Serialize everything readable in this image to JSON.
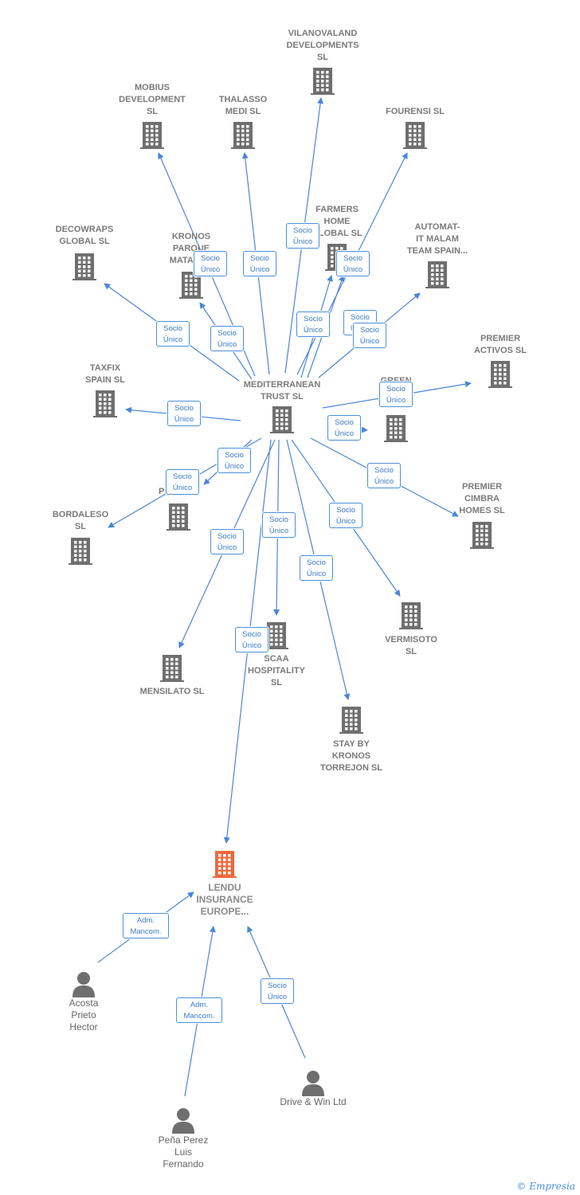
{
  "colors": {
    "edge": "#4a86d6",
    "building": "#6f6f6f",
    "focus": "#f0683c",
    "person": "#6f6f6f"
  },
  "nodes": [
    {
      "id": "vilanovaland",
      "label": "VILANOVALAND\nDEVELOPMENTS\nSL",
      "icon": "building-icon"
    },
    {
      "id": "mobius",
      "label": "MOBIUS\nDEVELOPMENT\nSL",
      "icon": "building-icon"
    },
    {
      "id": "thalasso",
      "label": "THALASSO\nMEDI SL",
      "icon": "building-icon"
    },
    {
      "id": "fourensi",
      "label": "FOURENSI SL",
      "icon": "building-icon"
    },
    {
      "id": "decowraps",
      "label": "DECOWRAPS\nGLOBAL SL",
      "icon": "building-icon"
    },
    {
      "id": "kronos_parque",
      "label": "KRONOS\nPARQUE\nMATADE...",
      "icon": "building-icon"
    },
    {
      "id": "farmers",
      "label": "FARMERS\nHOME\nGLOBAL SL",
      "icon": "building-icon"
    },
    {
      "id": "automat",
      "label": "AUTOMAT-\nIT MALAM\nTEAM SPAIN...",
      "icon": "building-icon"
    },
    {
      "id": "premier_activos",
      "label": "PREMIER\nACTIVOS SL",
      "icon": "building-icon"
    },
    {
      "id": "taxfix",
      "label": "TAXFIX\nSPAIN SL",
      "icon": "building-icon"
    },
    {
      "id": "mediterranean",
      "label": "MEDITERRANEAN\nTRUST SL",
      "icon": "building-icon"
    },
    {
      "id": "green",
      "label": "GREEN\nSU...OD\nGL... SL",
      "icon": "building-icon"
    },
    {
      "id": "m_pro",
      "label": "M...\nPRO... SL",
      "icon": "building-icon"
    },
    {
      "id": "bordaleso",
      "label": "BORDALESO\nSL",
      "icon": "building-icon"
    },
    {
      "id": "premier_cimbra",
      "label": "PREMIER\nCIMBRA\nHOMES SL",
      "icon": "building-icon"
    },
    {
      "id": "vermisoto",
      "label": "VERMISOTO\nSL",
      "icon": "building-icon"
    },
    {
      "id": "scaa",
      "label": "SCAA\nHOSPITALITY\nSL",
      "icon": "building-icon"
    },
    {
      "id": "mensilato",
      "label": "MENSILATO SL",
      "icon": "building-icon"
    },
    {
      "id": "stay",
      "label": "STAY BY\nKRONOS\nTORREJON SL",
      "icon": "building-icon"
    },
    {
      "id": "lendu",
      "label": "LENDU\nINSURANCE\nEUROPE...",
      "icon": "building-focus-icon"
    },
    {
      "id": "acosta",
      "label": "Acosta\nPrieto\nHector",
      "icon": "person-icon"
    },
    {
      "id": "pena",
      "label": "Peña Perez\nLuis\nFernando",
      "icon": "person-icon"
    },
    {
      "id": "drive",
      "label": "Drive & Win Ltd",
      "icon": "person-icon"
    }
  ],
  "edge_labels": {
    "socio": "Socio\nÚnico",
    "adm": "Adm.\nMancom."
  },
  "copyright": "© Empresia"
}
